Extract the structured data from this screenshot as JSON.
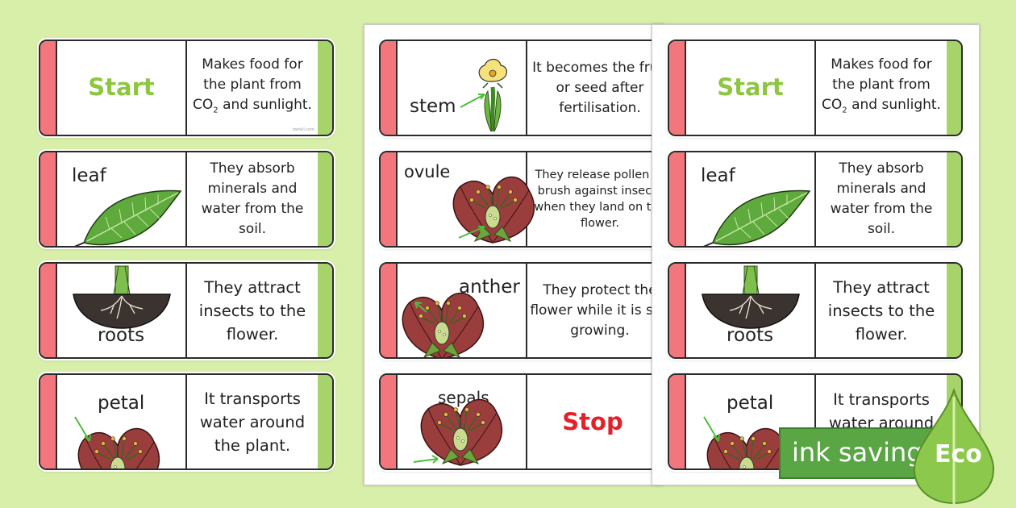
{
  "colors": {
    "background": "#d8efaa",
    "left_strip": "#f2767c",
    "right_strip": "#a6d46a",
    "start_text": "#8dc63f",
    "stop_text": "#e4202b",
    "eco_green": "#5aa645"
  },
  "sheet1": {
    "card1": {
      "left_word": "Start",
      "right_text_1": "Makes food for",
      "right_text_2": "the plant from",
      "right_text_3a": "CO",
      "right_text_3sub": "2",
      "right_text_3b": " and sunlight."
    },
    "card2": {
      "left_word": "leaf",
      "right_text": "They absorb minerals and water from the soil.",
      "icon": "leaf-icon"
    },
    "card3": {
      "left_word": "roots",
      "right_text": "They attract insects to the flower.",
      "icon": "roots-icon"
    },
    "card4": {
      "left_word": "petal",
      "right_text": "It transports water around the plant.",
      "icon": "flower-icon"
    }
  },
  "sheet2": {
    "card1": {
      "left_word": "stem",
      "right_text": "It becomes the fruit or seed after fertilisation.",
      "icon": "yellow-flower-icon"
    },
    "card2": {
      "left_word": "ovule",
      "right_text": "They release pollen to brush against insects when they land on the flower.",
      "icon": "flower-icon"
    },
    "card3": {
      "left_word": "anther",
      "right_text": "They protect the flower while it is still growing.",
      "icon": "flower-icon"
    },
    "card4": {
      "left_word": "sepals",
      "right_text": "Stop",
      "icon": "flower-icon"
    }
  },
  "sheet3": {
    "card1": {
      "left_word": "Start",
      "right_text_1": "Makes food for",
      "right_text_2": "the plant from",
      "right_text_3a": "CO",
      "right_text_3sub": "2",
      "right_text_3b": " and sunlight."
    },
    "card2": {
      "left_word": "leaf",
      "right_text": "They absorb minerals and water from the soil."
    },
    "card3": {
      "left_word": "roots",
      "right_text": "They attract insects to the flower."
    },
    "card4": {
      "left_word": "petal",
      "right_text": "It transports water around"
    }
  },
  "badge": {
    "text": "ink saving",
    "eco": "Eco",
    "icon": "leaf-drop-icon"
  }
}
